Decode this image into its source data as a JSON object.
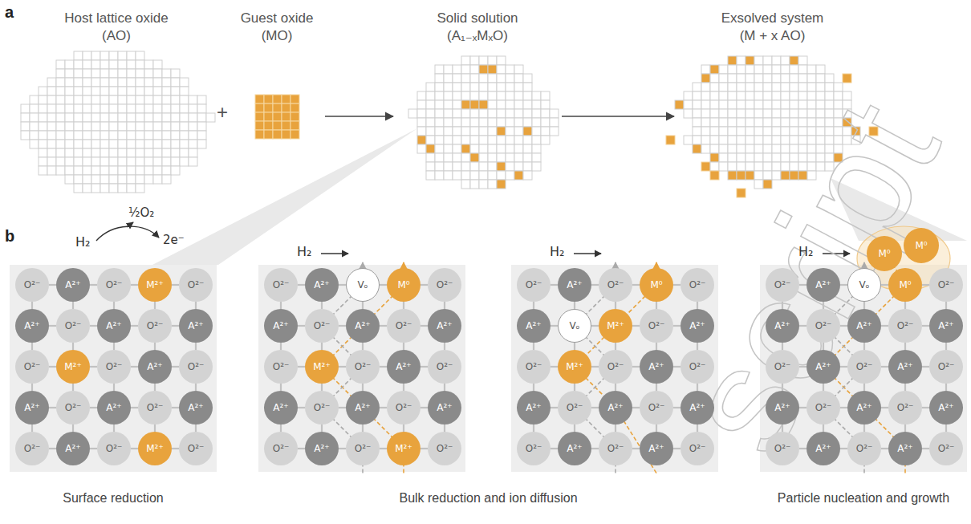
{
  "diagram": {
    "nodes": [
      {
        "text": [
          "Host lattice oxide",
          "(AO)"
        ]
      },
      {
        "text": [
          "Guest oxide",
          "(MO)"
        ]
      },
      {
        "text": [
          "Solid solution",
          "(A₁₋ₓMₓO)"
        ]
      },
      {
        "text": [
          "Exsolved system",
          "(M + x AO)"
        ]
      },
      {
        "text": [
          "O²⁻"
        ]
      },
      {
        "text": [
          "A²⁺"
        ]
      },
      {
        "text": [
          "O²⁻"
        ]
      },
      {
        "text": [
          "M²⁺"
        ]
      },
      {
        "text": [
          "O²⁻"
        ]
      },
      {
        "text": [
          "A²⁺"
        ]
      },
      {
        "text": [
          "O²⁻"
        ]
      },
      {
        "text": [
          "A²⁺"
        ]
      },
      {
        "text": [
          "O²⁻"
        ]
      },
      {
        "text": [
          "A²⁺"
        ]
      },
      {
        "text": [
          "O²⁻"
        ]
      },
      {
        "text": [
          "M²⁺"
        ]
      },
      {
        "text": [
          "O²⁻"
        ]
      },
      {
        "text": [
          "A²⁺"
        ]
      },
      {
        "text": [
          "O²⁻"
        ]
      },
      {
        "text": [
          "A²⁺"
        ]
      },
      {
        "text": [
          "O²⁻"
        ]
      },
      {
        "text": [
          "A²⁺"
        ]
      },
      {
        "text": [
          "O²⁻"
        ]
      },
      {
        "text": [
          "A²⁺"
        ]
      },
      {
        "text": [
          "O²⁻"
        ]
      },
      {
        "text": [
          "A²⁺"
        ]
      },
      {
        "text": [
          "O²⁻"
        ]
      },
      {
        "text": [
          "M²⁺"
        ]
      },
      {
        "text": [
          "O²⁻"
        ]
      },
      {
        "text": [
          "O²⁻"
        ]
      },
      {
        "text": [
          "A²⁺"
        ]
      },
      {
        "text": [
          "Vₒ"
        ]
      },
      {
        "text": [
          "M⁰"
        ]
      },
      {
        "text": [
          "O²⁻"
        ]
      },
      {
        "text": [
          "A²⁺"
        ]
      },
      {
        "text": [
          "O²⁻"
        ]
      },
      {
        "text": [
          "A²⁺"
        ]
      },
      {
        "text": [
          "O²⁻"
        ]
      },
      {
        "text": [
          "A²⁺"
        ]
      },
      {
        "text": [
          "O²⁻"
        ]
      },
      {
        "text": [
          "M²⁺"
        ]
      },
      {
        "text": [
          "O²⁻"
        ]
      },
      {
        "text": [
          "A²⁺"
        ]
      },
      {
        "text": [
          "O²⁻"
        ]
      },
      {
        "text": [
          "A²⁺"
        ]
      },
      {
        "text": [
          "O²⁻"
        ]
      },
      {
        "text": [
          "A²⁺"
        ]
      },
      {
        "text": [
          "O²⁻"
        ]
      },
      {
        "text": [
          "A²⁺"
        ]
      },
      {
        "text": [
          "O²⁻"
        ]
      },
      {
        "text": [
          "A²⁺"
        ]
      },
      {
        "text": [
          "O²⁻"
        ]
      },
      {
        "text": [
          "M²⁺"
        ]
      },
      {
        "text": [
          "O²⁻"
        ]
      },
      {
        "text": [
          "O²⁻"
        ]
      },
      {
        "text": [
          "A²⁺"
        ]
      },
      {
        "text": [
          "O²⁻"
        ]
      },
      {
        "text": [
          "M⁰"
        ]
      },
      {
        "text": [
          "O²⁻"
        ]
      },
      {
        "text": [
          "A²⁺"
        ]
      },
      {
        "text": [
          "Vₒ"
        ]
      },
      {
        "text": [
          "M²⁺"
        ]
      },
      {
        "text": [
          "O²⁻"
        ]
      },
      {
        "text": [
          "A²⁺"
        ]
      },
      {
        "text": [
          "O²⁻"
        ]
      },
      {
        "text": [
          "M²⁺"
        ]
      },
      {
        "text": [
          "O²⁻"
        ]
      },
      {
        "text": [
          "A²⁺"
        ]
      },
      {
        "text": [
          "O²⁻"
        ]
      },
      {
        "text": [
          "A²⁺"
        ]
      },
      {
        "text": [
          "O²⁻"
        ]
      },
      {
        "text": [
          "A²⁺"
        ]
      },
      {
        "text": [
          "O²⁻"
        ]
      },
      {
        "text": [
          "A²⁺"
        ]
      },
      {
        "text": [
          "O²⁻"
        ]
      },
      {
        "text": [
          "A²⁺"
        ]
      },
      {
        "text": [
          "O²⁻"
        ]
      },
      {
        "text": [
          "A²⁺"
        ]
      },
      {
        "text": [
          "O²⁻"
        ]
      },
      {
        "text": [
          "O²⁻"
        ]
      },
      {
        "text": [
          "A²⁺"
        ]
      },
      {
        "text": [
          "Vₒ"
        ]
      },
      {
        "text": [
          "M⁰"
        ]
      },
      {
        "text": [
          "O²⁻"
        ]
      },
      {
        "text": [
          "A²⁺"
        ]
      },
      {
        "text": [
          "O²⁻"
        ]
      },
      {
        "text": [
          "A²⁺"
        ]
      },
      {
        "text": [
          "O²⁻"
        ]
      },
      {
        "text": [
          "A²⁺"
        ]
      },
      {
        "text": [
          "O²⁻"
        ]
      },
      {
        "text": [
          "A²⁺"
        ]
      },
      {
        "text": [
          "O²⁻"
        ]
      },
      {
        "text": [
          "A²⁺"
        ]
      },
      {
        "text": [
          "O²⁻"
        ]
      },
      {
        "text": [
          "A²⁺"
        ]
      },
      {
        "text": [
          "O²⁻"
        ]
      },
      {
        "text": [
          "A²⁺"
        ]
      },
      {
        "text": [
          "O²⁻"
        ]
      },
      {
        "text": [
          "A²⁺"
        ]
      },
      {
        "text": [
          "O²⁻"
        ]
      },
      {
        "text": [
          "A²⁺"
        ]
      },
      {
        "text": [
          "O²⁻"
        ]
      },
      {
        "text": [
          "A²⁺"
        ]
      },
      {
        "text": [
          "O²⁻"
        ]
      },
      {
        "text": [
          "M⁰"
        ]
      },
      {
        "text": [
          "M⁰"
        ]
      }
    ],
    "edges": [
      {
        "from": 1,
        "to": 2,
        "arrow": "to"
      },
      {
        "from": 2,
        "to": 3,
        "arrow": "to"
      },
      {
        "from": 4,
        "to": 5,
        "arrow": "none"
      },
      {
        "from": 5,
        "to": 6,
        "arrow": "none"
      },
      {
        "from": 6,
        "to": 7,
        "arrow": "none"
      },
      {
        "from": 7,
        "to": 8,
        "arrow": "none"
      },
      {
        "from": 9,
        "to": 10,
        "arrow": "none"
      },
      {
        "from": 10,
        "to": 11,
        "arrow": "none"
      },
      {
        "from": 11,
        "to": 12,
        "arrow": "none"
      },
      {
        "from": 12,
        "to": 13,
        "arrow": "none"
      },
      {
        "from": 14,
        "to": 15,
        "arrow": "none"
      },
      {
        "from": 15,
        "to": 16,
        "arrow": "none"
      },
      {
        "from": 16,
        "to": 17,
        "arrow": "none"
      },
      {
        "from": 17,
        "to": 18,
        "arrow": "none"
      },
      {
        "from": 19,
        "to": 20,
        "arrow": "none"
      },
      {
        "from": 20,
        "to": 21,
        "arrow": "none"
      },
      {
        "from": 21,
        "to": 22,
        "arrow": "none"
      },
      {
        "from": 22,
        "to": 23,
        "arrow": "none"
      },
      {
        "from": 24,
        "to": 25,
        "arrow": "none"
      },
      {
        "from": 25,
        "to": 26,
        "arrow": "none"
      },
      {
        "from": 26,
        "to": 27,
        "arrow": "none"
      },
      {
        "from": 27,
        "to": 28,
        "arrow": "none"
      },
      {
        "from": 4,
        "to": 9,
        "arrow": "none"
      },
      {
        "from": 5,
        "to": 10,
        "arrow": "none"
      },
      {
        "from": 6,
        "to": 11,
        "arrow": "none"
      },
      {
        "from": 7,
        "to": 12,
        "arrow": "none"
      },
      {
        "from": 8,
        "to": 13,
        "arrow": "none"
      },
      {
        "from": 9,
        "to": 14,
        "arrow": "none"
      },
      {
        "from": 10,
        "to": 15,
        "arrow": "none"
      },
      {
        "from": 11,
        "to": 16,
        "arrow": "none"
      },
      {
        "from": 12,
        "to": 17,
        "arrow": "none"
      },
      {
        "from": 13,
        "to": 18,
        "arrow": "none"
      },
      {
        "from": 14,
        "to": 19,
        "arrow": "none"
      },
      {
        "from": 15,
        "to": 20,
        "arrow": "none"
      },
      {
        "from": 16,
        "to": 21,
        "arrow": "none"
      },
      {
        "from": 17,
        "to": 22,
        "arrow": "none"
      },
      {
        "from": 18,
        "to": 23,
        "arrow": "none"
      },
      {
        "from": 19,
        "to": 24,
        "arrow": "none"
      },
      {
        "from": 20,
        "to": 25,
        "arrow": "none"
      },
      {
        "from": 21,
        "to": 26,
        "arrow": "none"
      },
      {
        "from": 22,
        "to": 27,
        "arrow": "none"
      },
      {
        "from": 23,
        "to": 28,
        "arrow": "none"
      },
      {
        "from": 29,
        "to": 30,
        "arrow": "none"
      },
      {
        "from": 30,
        "to": 31,
        "arrow": "none"
      },
      {
        "from": 31,
        "to": 32,
        "arrow": "none"
      },
      {
        "from": 32,
        "to": 33,
        "arrow": "none"
      },
      {
        "from": 34,
        "to": 35,
        "arrow": "none"
      },
      {
        "from": 35,
        "to": 36,
        "arrow": "none"
      },
      {
        "from": 36,
        "to": 37,
        "arrow": "none"
      },
      {
        "from": 37,
        "to": 38,
        "arrow": "none"
      },
      {
        "from": 39,
        "to": 40,
        "arrow": "none"
      },
      {
        "from": 40,
        "to": 41,
        "arrow": "none"
      },
      {
        "from": 41,
        "to": 42,
        "arrow": "none"
      },
      {
        "from": 42,
        "to": 43,
        "arrow": "none"
      },
      {
        "from": 44,
        "to": 45,
        "arrow": "none"
      },
      {
        "from": 45,
        "to": 46,
        "arrow": "none"
      },
      {
        "from": 46,
        "to": 47,
        "arrow": "none"
      },
      {
        "from": 47,
        "to": 48,
        "arrow": "none"
      },
      {
        "from": 49,
        "to": 50,
        "arrow": "none"
      },
      {
        "from": 50,
        "to": 51,
        "arrow": "none"
      },
      {
        "from": 51,
        "to": 52,
        "arrow": "none"
      },
      {
        "from": 52,
        "to": 53,
        "arrow": "none"
      },
      {
        "from": 29,
        "to": 34,
        "arrow": "none"
      },
      {
        "from": 30,
        "to": 35,
        "arrow": "none"
      },
      {
        "from": 31,
        "to": 36,
        "arrow": "none"
      },
      {
        "from": 32,
        "to": 37,
        "arrow": "none"
      },
      {
        "from": 33,
        "to": 38,
        "arrow": "none"
      },
      {
        "from": 34,
        "to": 39,
        "arrow": "none"
      },
      {
        "from": 35,
        "to": 40,
        "arrow": "none"
      },
      {
        "from": 36,
        "to": 41,
        "arrow": "none"
      },
      {
        "from": 37,
        "to": 42,
        "arrow": "none"
      },
      {
        "from": 38,
        "to": 43,
        "arrow": "none"
      },
      {
        "from": 39,
        "to": 44,
        "arrow": "none"
      },
      {
        "from": 40,
        "to": 45,
        "arrow": "none"
      },
      {
        "from": 41,
        "to": 46,
        "arrow": "none"
      },
      {
        "from": 42,
        "to": 47,
        "arrow": "none"
      },
      {
        "from": 43,
        "to": 48,
        "arrow": "none"
      },
      {
        "from": 44,
        "to": 49,
        "arrow": "none"
      },
      {
        "from": 45,
        "to": 50,
        "arrow": "none"
      },
      {
        "from": 46,
        "to": 51,
        "arrow": "none"
      },
      {
        "from": 47,
        "to": 52,
        "arrow": "none"
      },
      {
        "from": 48,
        "to": 53,
        "arrow": "none"
      },
      {
        "from": 54,
        "to": 55,
        "arrow": "none"
      },
      {
        "from": 55,
        "to": 56,
        "arrow": "none"
      },
      {
        "from": 56,
        "to": 57,
        "arrow": "none"
      },
      {
        "from": 57,
        "to": 58,
        "arrow": "none"
      },
      {
        "from": 59,
        "to": 60,
        "arrow": "none"
      },
      {
        "from": 60,
        "to": 61,
        "arrow": "none"
      },
      {
        "from": 61,
        "to": 62,
        "arrow": "none"
      },
      {
        "from": 62,
        "to": 63,
        "arrow": "none"
      },
      {
        "from": 64,
        "to": 65,
        "arrow": "none"
      },
      {
        "from": 65,
        "to": 66,
        "arrow": "none"
      },
      {
        "from": 66,
        "to": 67,
        "arrow": "none"
      },
      {
        "from": 67,
        "to": 68,
        "arrow": "none"
      },
      {
        "from": 69,
        "to": 70,
        "arrow": "none"
      },
      {
        "from": 70,
        "to": 71,
        "arrow": "none"
      },
      {
        "from": 71,
        "to": 72,
        "arrow": "none"
      },
      {
        "from": 72,
        "to": 73,
        "arrow": "none"
      },
      {
        "from": 74,
        "to": 75,
        "arrow": "none"
      },
      {
        "from": 75,
        "to": 76,
        "arrow": "none"
      },
      {
        "from": 76,
        "to": 77,
        "arrow": "none"
      },
      {
        "from": 77,
        "to": 78,
        "arrow": "none"
      },
      {
        "from": 54,
        "to": 59,
        "arrow": "none"
      },
      {
        "from": 55,
        "to": 60,
        "arrow": "none"
      },
      {
        "from": 56,
        "to": 61,
        "arrow": "none"
      },
      {
        "from": 57,
        "to": 62,
        "arrow": "none"
      },
      {
        "from": 58,
        "to": 63,
        "arrow": "none"
      },
      {
        "from": 59,
        "to": 64,
        "arrow": "none"
      },
      {
        "from": 60,
        "to": 65,
        "arrow": "none"
      },
      {
        "from": 61,
        "to": 66,
        "arrow": "none"
      },
      {
        "from": 62,
        "to": 67,
        "arrow": "none"
      },
      {
        "from": 63,
        "to": 68,
        "arrow": "none"
      },
      {
        "from": 64,
        "to": 69,
        "arrow": "none"
      },
      {
        "from": 65,
        "to": 70,
        "arrow": "none"
      },
      {
        "from": 66,
        "to": 71,
        "arrow": "none"
      },
      {
        "from": 67,
        "to": 72,
        "arrow": "none"
      },
      {
        "from": 68,
        "to": 73,
        "arrow": "none"
      },
      {
        "from": 69,
        "to": 74,
        "arrow": "none"
      },
      {
        "from": 70,
        "to": 75,
        "arrow": "none"
      },
      {
        "from": 71,
        "to": 76,
        "arrow": "none"
      },
      {
        "from": 72,
        "to": 77,
        "arrow": "none"
      },
      {
        "from": 73,
        "to": 78,
        "arrow": "none"
      },
      {
        "from": 79,
        "to": 80,
        "arrow": "none"
      },
      {
        "from": 80,
        "to": 81,
        "arrow": "none"
      },
      {
        "from": 81,
        "to": 82,
        "arrow": "none"
      },
      {
        "from": 82,
        "to": 83,
        "arrow": "none"
      },
      {
        "from": 84,
        "to": 85,
        "arrow": "none"
      },
      {
        "from": 85,
        "to": 86,
        "arrow": "none"
      },
      {
        "from": 86,
        "to": 87,
        "arrow": "none"
      },
      {
        "from": 87,
        "to": 88,
        "arrow": "none"
      },
      {
        "from": 89,
        "to": 90,
        "arrow": "none"
      },
      {
        "from": 90,
        "to": 91,
        "arrow": "none"
      },
      {
        "from": 91,
        "to": 92,
        "arrow": "none"
      },
      {
        "from": 92,
        "to": 93,
        "arrow": "none"
      },
      {
        "from": 94,
        "to": 95,
        "arrow": "none"
      },
      {
        "from": 95,
        "to": 96,
        "arrow": "none"
      },
      {
        "from": 96,
        "to": 97,
        "arrow": "none"
      },
      {
        "from": 97,
        "to": 98,
        "arrow": "none"
      },
      {
        "from": 99,
        "to": 100,
        "arrow": "none"
      },
      {
        "from": 100,
        "to": 101,
        "arrow": "none"
      },
      {
        "from": 101,
        "to": 102,
        "arrow": "none"
      },
      {
        "from": 102,
        "to": 103,
        "arrow": "none"
      },
      {
        "from": 79,
        "to": 84,
        "arrow": "none"
      },
      {
        "from": 80,
        "to": 85,
        "arrow": "none"
      },
      {
        "from": 81,
        "to": 86,
        "arrow": "none"
      },
      {
        "from": 82,
        "to": 87,
        "arrow": "none"
      },
      {
        "from": 83,
        "to": 88,
        "arrow": "none"
      },
      {
        "from": 84,
        "to": 89,
        "arrow": "none"
      },
      {
        "from": 85,
        "to": 90,
        "arrow": "none"
      },
      {
        "from": 86,
        "to": 91,
        "arrow": "none"
      },
      {
        "from": 87,
        "to": 92,
        "arrow": "none"
      },
      {
        "from": 88,
        "to": 93,
        "arrow": "none"
      },
      {
        "from": 89,
        "to": 94,
        "arrow": "none"
      },
      {
        "from": 90,
        "to": 95,
        "arrow": "none"
      },
      {
        "from": 91,
        "to": 96,
        "arrow": "none"
      },
      {
        "from": 92,
        "to": 97,
        "arrow": "none"
      },
      {
        "from": 93,
        "to": 98,
        "arrow": "none"
      },
      {
        "from": 94,
        "to": 99,
        "arrow": "none"
      },
      {
        "from": 95,
        "to": 100,
        "arrow": "none"
      },
      {
        "from": 96,
        "to": 101,
        "arrow": "none"
      },
      {
        "from": 97,
        "to": 102,
        "arrow": "none"
      },
      {
        "from": 98,
        "to": 103,
        "arrow": "none"
      }
    ],
    "labels": [
      "a",
      "+",
      "b",
      "H₂",
      "½O₂",
      "2e⁻",
      "H₂",
      "H₂",
      "H₂",
      "Surface reduction",
      "Bulk reduction and ion diffusion",
      "Particle nucleation and growth",
      "script"
    ]
  }
}
